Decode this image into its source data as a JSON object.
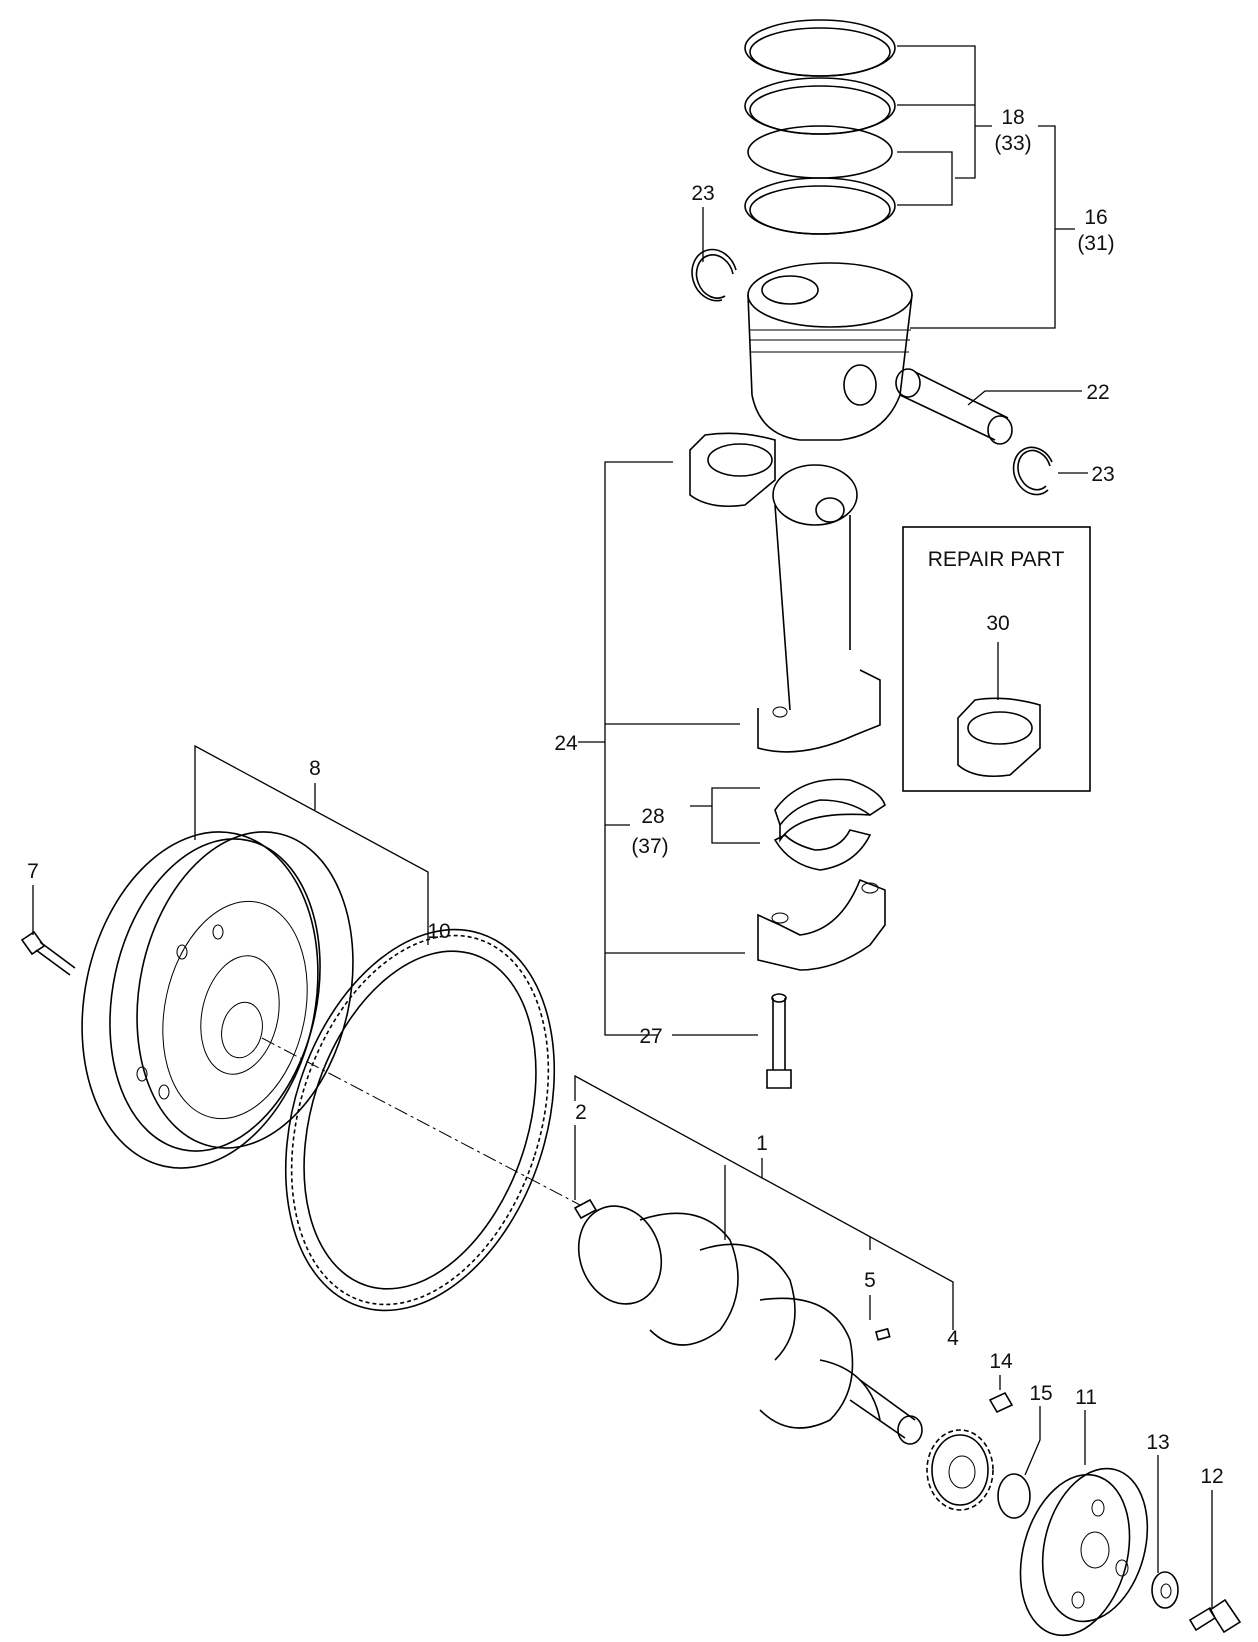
{
  "repair_box": {
    "title": "REPAIR PART",
    "part_number": "30"
  },
  "callouts": [
    {
      "id": "1",
      "text": "1"
    },
    {
      "id": "2",
      "text": "2"
    },
    {
      "id": "4",
      "text": "4"
    },
    {
      "id": "5",
      "text": "5"
    },
    {
      "id": "7",
      "text": "7"
    },
    {
      "id": "8",
      "text": "8"
    },
    {
      "id": "10",
      "text": "10"
    },
    {
      "id": "11",
      "text": "11"
    },
    {
      "id": "12",
      "text": "12"
    },
    {
      "id": "13",
      "text": "13"
    },
    {
      "id": "14",
      "text": "14"
    },
    {
      "id": "15",
      "text": "15"
    },
    {
      "id": "16",
      "text": "16"
    },
    {
      "id": "16-alt",
      "text": "(31)"
    },
    {
      "id": "18",
      "text": "18"
    },
    {
      "id": "18-alt",
      "text": "(33)"
    },
    {
      "id": "22",
      "text": "22"
    },
    {
      "id": "23-top",
      "text": "23"
    },
    {
      "id": "23-right",
      "text": "23"
    },
    {
      "id": "24",
      "text": "24"
    },
    {
      "id": "27",
      "text": "27"
    },
    {
      "id": "28",
      "text": "28"
    },
    {
      "id": "28-alt",
      "text": "(37)"
    }
  ]
}
